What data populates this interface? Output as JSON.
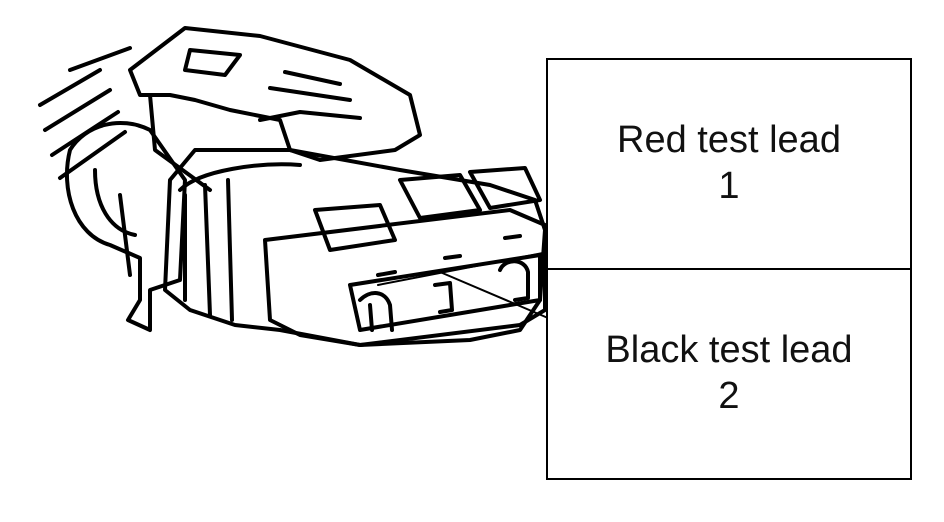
{
  "labels": [
    {
      "name": "Red test lead",
      "number": "1"
    },
    {
      "name": "Black test lead",
      "number": "2"
    }
  ],
  "colors": {
    "ink": "#000000",
    "background": "#ffffff"
  },
  "illustration": "connector-terminal"
}
